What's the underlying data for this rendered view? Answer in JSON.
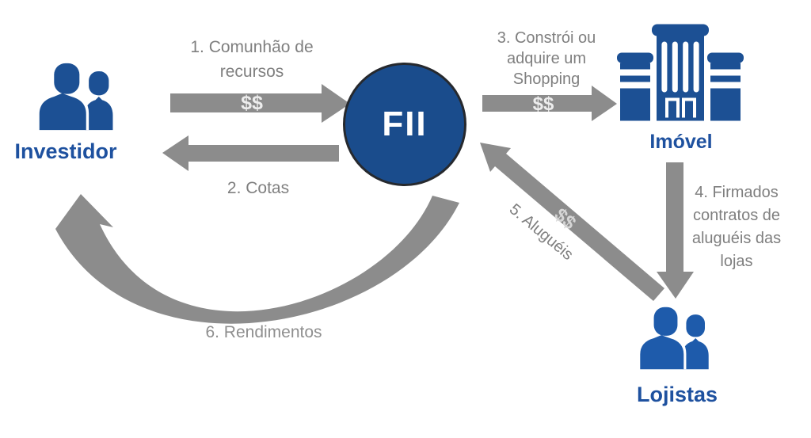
{
  "nodes": {
    "investidor": {
      "label": "Investidor"
    },
    "fii": {
      "label": "FII"
    },
    "imovel": {
      "label": "Imóvel"
    },
    "lojistas": {
      "label": "Lojistas"
    }
  },
  "flows": {
    "f1": {
      "line1": "1. Comunhão de",
      "line2": "recursos",
      "money": "$$"
    },
    "f2": {
      "label": "2. Cotas"
    },
    "f3": {
      "line1": "3. Constrói ou",
      "line2": "adquire um",
      "line3": "Shopping",
      "money": "$$"
    },
    "f4": {
      "line1": "4. Firmados",
      "line2": "contratos de",
      "line3": "aluguéis das",
      "line4": "lojas"
    },
    "f5": {
      "label": "5. Aluguéis",
      "money": "$$"
    },
    "f6": {
      "label": "6. Rendimentos"
    }
  },
  "colors": {
    "icon-blue": "#1C5094",
    "icon-blue-light": "#1E5BAB",
    "fii-fill": "#1A4C8C",
    "fii-border": "#26292E",
    "label-blue": "#1E519F",
    "arrow-gray": "#8C8C8C",
    "text-gray": "#7F7F7F",
    "money-bright": "#EDEDED",
    "money-dim": "#D6D6D6"
  }
}
